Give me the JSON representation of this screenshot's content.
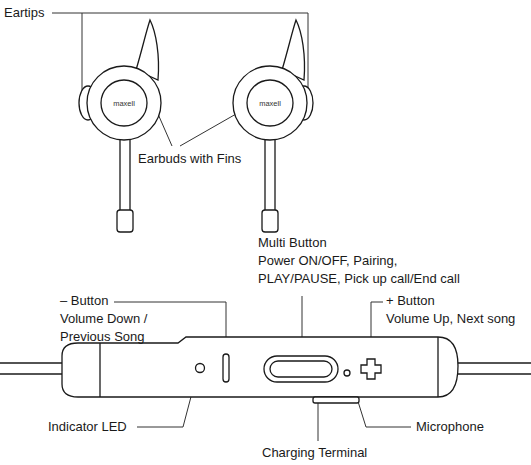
{
  "diagram": {
    "labels": [
      "Eartips",
      "maxell",
      "maxell",
      "Earbuds with Fins",
      "Multi Button",
      "Power ON/OFF, Pairing, PLAY/PAUSE, Pick up call/End call",
      "– Button",
      "Volume Down / Previous Song",
      "+ Button",
      "Volume Up, Next song",
      "Indicator LED",
      "Microphone",
      "Charging Terminal"
    ]
  }
}
